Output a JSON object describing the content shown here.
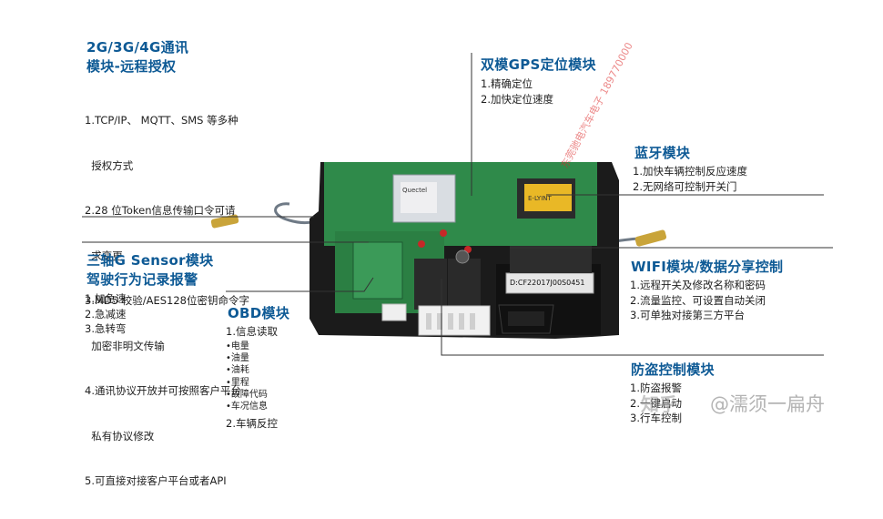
{
  "modules": {
    "comm": {
      "title": [
        "2G/3G/4G通讯",
        "模块-远程授权"
      ],
      "items": [
        "1.TCP/IP、 MQTT、SMS 等多种",
        "  授权方式",
        "2.28 位Token信息传输口令可请",
        "  求变更",
        "3.MD5 校验/AES128位密钥命令字",
        "  加密非明文传输",
        "4.通讯协议开放并可按照客户平台",
        "  私有协议修改",
        "5.可直接对接客户平台或者API"
      ]
    },
    "gps": {
      "title": "双模GPS定位模块",
      "items": [
        "1.精确定位",
        "2.加快定位速度"
      ]
    },
    "bluetooth": {
      "title": "蓝牙模块",
      "items": [
        "1.加快车辆控制反应速度",
        "2.无网络可控制开关门"
      ]
    },
    "gsensor": {
      "title": [
        "三轴G Sensor模块",
        "驾驶行为记录报警"
      ],
      "items": [
        "1.加急速",
        "2.急减速",
        "3.急转弯"
      ]
    },
    "obd": {
      "title": "OBD模块",
      "item1": "1.信息读取",
      "subitems": [
        "•电量",
        "•油量",
        "•油耗",
        "•里程",
        "•故障代码",
        "•车况信息"
      ],
      "item2": "2.车辆反控"
    },
    "wifi": {
      "title": "WIFI模块/数据分享控制",
      "items": [
        "1.远程开关及修改名称和密码",
        "2.流量监控、可设置自动关闭",
        "3.可单独对接第三方平台"
      ]
    },
    "antitheft": {
      "title": "防盗控制模块",
      "items": [
        "1.防盗报警",
        "2.一键启动",
        "3.行车控制"
      ]
    }
  },
  "board": {
    "gps_chip_label": "Quectel",
    "bt_chip_label": "E-LYINT",
    "relay_label": "D:CF22017J00S0451",
    "stamp_text": "东莞驰电汽车电子 189770000"
  },
  "watermark": {
    "left": "知乎",
    "right": "@濡须一扁舟"
  },
  "colors": {
    "title": "#0e5a95",
    "text": "#1f1f1f",
    "pcb": "#2f8a4a",
    "case": "#1b1b1b"
  }
}
